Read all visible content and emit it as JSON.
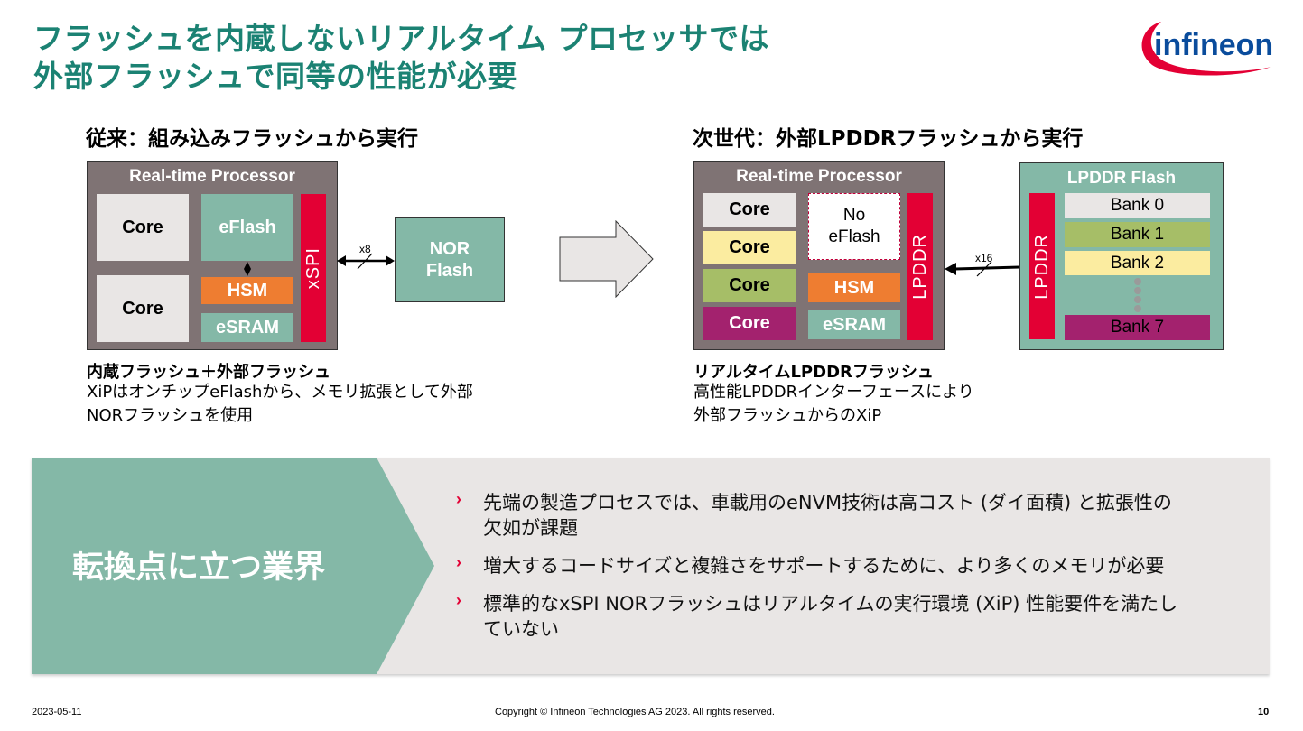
{
  "title": {
    "line1": "フラッシュを内蔵しないリアルタイム プロセッサでは",
    "line2": "外部フラッシュで同等の性能が必要"
  },
  "logo": {
    "text": "infineon"
  },
  "left": {
    "heading": "従来：組み込みフラッシュから実行",
    "processor_title": "Real-time Processor",
    "core1": "Core",
    "core2": "Core",
    "eflash": "eFlash",
    "hsm": "HSM",
    "esram": "eSRAM",
    "xspi": "xSPI",
    "bus_width": "x8",
    "nor_line1": "NOR",
    "nor_line2": "Flash",
    "caption_bold": "内蔵フラッシュ＋外部フラッシュ",
    "caption_line1": "XiPはオンチップeFlashから、メモリ拡張として外部",
    "caption_line2": "NORフラッシュを使用"
  },
  "right": {
    "heading": "次世代：外部LPDDRフラッシュから実行",
    "processor_title": "Real-time Processor",
    "cores": [
      "Core",
      "Core",
      "Core",
      "Core"
    ],
    "no_eflash_line1": "No",
    "no_eflash_line2": "eFlash",
    "hsm": "HSM",
    "esram": "eSRAM",
    "lpddr": "LPDDR",
    "bus_width": "x16",
    "flash_title": "LPDDR Flash",
    "flash_lpddr": "LPDDR",
    "banks": [
      "Bank 0",
      "Bank 1",
      "Bank 2",
      "Bank 7"
    ],
    "caption_bold": "リアルタイムLPDDRフラッシュ",
    "caption_line1": "高性能LPDDRインターフェースにより",
    "caption_line2": "外部フラッシュからのXiP"
  },
  "bottom": {
    "headline": "転換点に立つ業界",
    "bullets": [
      {
        "line1": "先端の製造プロセスでは、車載用のeNVM技術は高コスト (ダイ面積) と拡張性の",
        "line2": "欠如が課題"
      },
      {
        "line1": "増大するコードサイズと複雑さをサポートするために、より多くのメモリが必要",
        "line2": ""
      },
      {
        "line1": "標準的なxSPI NORフラッシュはリアルタイムの実行環境 (XiP) 性能要件を満たし",
        "line2": "ていない"
      }
    ],
    "bullet_marker": "›"
  },
  "footer": {
    "date": "2023-05-11",
    "copyright": "Copyright © Infineon Technologies AG 2023. All rights reserved.",
    "page": "10"
  },
  "colors": {
    "title": "#1b8273",
    "processor": "#7f7374",
    "teal": "#84b8a7",
    "orange": "#ee7d31",
    "red": "#e30034",
    "yellow": "#fbeca0",
    "olive": "#a6be67",
    "purple": "#a3226e",
    "logo_blue": "#0a4c9c"
  }
}
